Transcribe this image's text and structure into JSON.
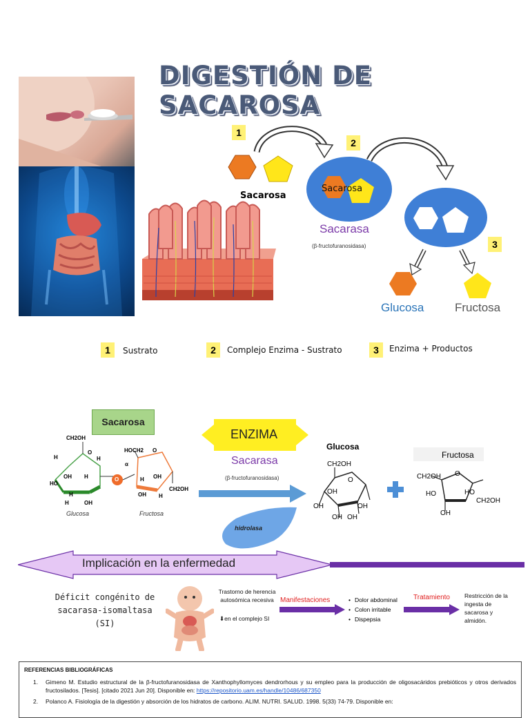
{
  "title": "DIGESTIÓN DE SACAROSA",
  "diagram1": {
    "step1": "1",
    "step2": "2",
    "step3": "3",
    "sacarosa_label": "Sacarosa",
    "complex_label": "Sacarosa",
    "enzyme_name": "Sacarasa",
    "enzyme_subtitle": "(β-fructofuranosidasa)",
    "glucosa": "Glucosa",
    "fructosa": "Fructosa"
  },
  "legend": [
    {
      "num": "1",
      "text": "Sustrato"
    },
    {
      "num": "2",
      "text": "Complejo Enzima - Sustrato"
    },
    {
      "num": "3",
      "text": "Enzima + Productos"
    }
  ],
  "reaction": {
    "box_label": "Sacarosa",
    "enzyme_banner": "ENZIMA",
    "enzyme_name": "Sacarasa",
    "enzyme_subtitle": "(β-fructofuranosidasa)",
    "hydrolase": "hidrolasa",
    "glucosa_title": "Glucosa",
    "fructosa_title": "Fructosa",
    "sucrose_glucosa_caption": "Glucosa",
    "sucrose_fructosa_caption": "Fructosa",
    "atoms": {
      "ch2oh_top": "CH2OH",
      "hoch2": "HOCH2",
      "o1": "O",
      "o2": "O",
      "h": "H",
      "oh": "OH",
      "ho": "HO",
      "ch2oh_right": "CH2OH",
      "o_link": "O",
      "alpha": "α",
      "glc_ch2oh": "CH2OH",
      "glc_o": "O",
      "fru_ch2oh_l": "CH2OH",
      "fru_ho": "HO",
      "fru_ch2oh_r": "CH2OH",
      "fru_o": "O"
    }
  },
  "implication": {
    "banner": "Implicación en la enfermedad",
    "disease": "Déficit congénito de sacarasa-isomaltasa (SI)",
    "inheritance": "Trastorno de herencia autosómica recesiva",
    "mechanism": "⬇en el complejo SI",
    "manifestaciones_label": "Manifestaciones",
    "symptoms": [
      "Dolor abdominal",
      "Colon irritable",
      "Dispepsia"
    ],
    "tratamiento_label": "Tratamiento",
    "treatment": "Restricción de la ingesta de sacarosa y almidón."
  },
  "references": {
    "heading": "REFERENCIAS BIBLIOGRÁFICAS",
    "ref1_num": "1.",
    "ref1_text": "Gimeno M. Estudio estructural de la β-fructofuranosidasa de Xanthophyllomyces dendrorhous y su empleo para la producción de oligosacáridos prebióticos y otros derivados fructosilados. [Tesis]. [citado 2021 Jun 20]. Disponible en: ",
    "ref1_link": "https://repositorio.uam.es/handle/10486/687350",
    "ref2_num": "2.",
    "ref2_text": "Polanco A. Fisiología de la digestión y absorción de los hidratos de carbono. ALIM. NUTRI. SALUD. 1998. 5(33) 74-79. Disponible en:"
  },
  "colors": {
    "hexagon_orange": "#ec7a22",
    "pentagon_yellow": "#ffe61a",
    "ellipse_blue": "#3f7fd6",
    "banner_purple": "#6a2fa6",
    "red_label": "#e02020",
    "title_color": "#4a5a78"
  }
}
